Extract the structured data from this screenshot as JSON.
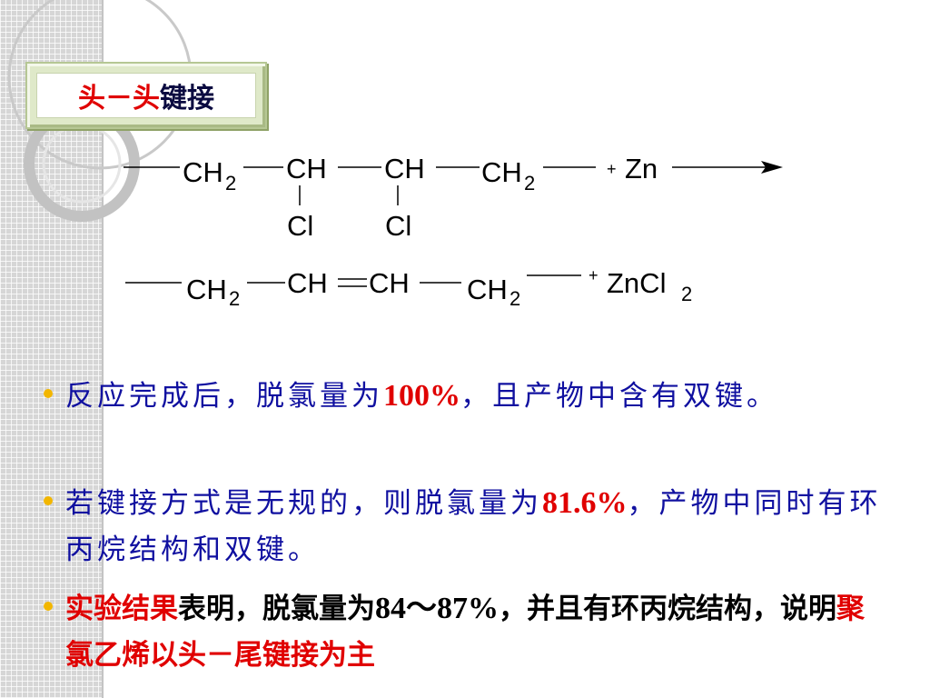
{
  "slide": {
    "title_part1": "头－头",
    "title_part2": "键接"
  },
  "equation1": {
    "ch2_a": "CH",
    "sub_a": "2",
    "ch_a": "CH",
    "cl_a": "Cl",
    "ch_b": "CH",
    "cl_b": "Cl",
    "ch2_b": "CH",
    "sub_b": "2",
    "plus": "+",
    "reagent": "Zn"
  },
  "equation2": {
    "ch2_a": "CH",
    "sub_a": "2",
    "ch_a": "CH",
    "double_bond": "═",
    "ch_b": "CH",
    "ch2_b": "CH",
    "sub_b": "2",
    "plus": "+",
    "product": "ZnCl",
    "product_sub": "2"
  },
  "bullets": [
    {
      "pre": "反应完成后，脱氯量为",
      "num": "100%",
      "post": "，且产物中含有双键。"
    },
    {
      "pre": "若键接方式是无规的，则脱氯量为",
      "num": "81.6%",
      "post": "，产物中同时有环丙烷结构和双键。"
    },
    {
      "red_lead": "实验结果",
      "pre": "表明，脱氯量为",
      "num": "84～87%",
      "mid": "，并且有环丙烷结构，说明",
      "red_tail": "聚氯乙烯以头－尾键接为主"
    }
  ],
  "colors": {
    "title_red": "#e00000",
    "text_blue": "#1010a0",
    "bullet_dot": "#f2b600",
    "frame_green": "#dfe9c9"
  }
}
